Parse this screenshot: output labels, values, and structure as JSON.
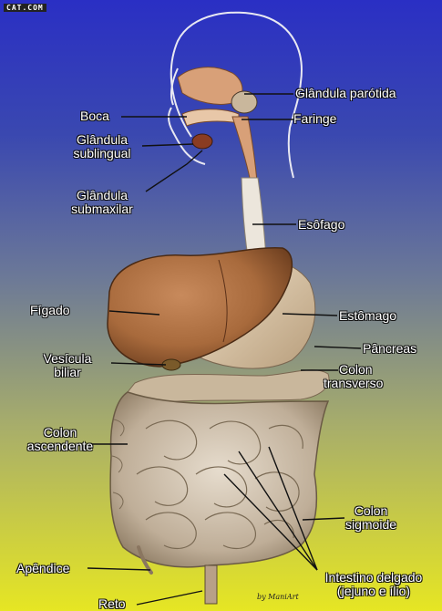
{
  "brand": "CAT.COM",
  "signature": "by ManiArt",
  "labels": {
    "glandula_parotida": "Glândula parótida",
    "boca": "Boca",
    "faringe": "Faringe",
    "glandula_sublingual_1": "Glândula",
    "glandula_sublingual_2": "sublingual",
    "glandula_submaxilar_1": "Glândula",
    "glandula_submaxilar_2": "submaxilar",
    "esofago": "Esôfago",
    "figado": "Fígado",
    "estomago": "Estômago",
    "pancreas": "Pâncreas",
    "vesicula_1": "Vesícula",
    "vesicula_2": "biliar",
    "colon_transverso_1": "Colon",
    "colon_transverso_2": "transverso",
    "colon_ascendente_1": "Colon",
    "colon_ascendente_2": "ascendente",
    "colon_sigmoide_1": "Colon",
    "colon_sigmoide_2": "sigmoide",
    "apendice": "Apêndice",
    "intestino_1": "Intestino delgado",
    "intestino_2": "(jejuno e ílio)",
    "reto": "Reto"
  },
  "colors": {
    "background_top": "#2a2fc4",
    "background_bottom": "#e6e623",
    "liver": "#a86a3c",
    "stomach": "#d9c3a4",
    "intestine": "#cdbfae",
    "esophagus": "#e8e2d8"
  }
}
